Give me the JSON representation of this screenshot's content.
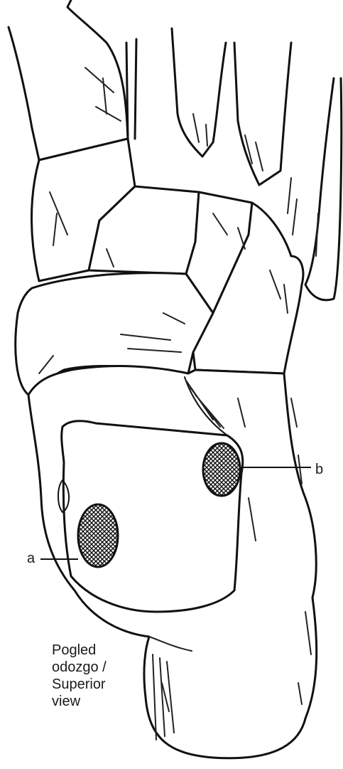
{
  "labels": {
    "a": "a",
    "b": "b"
  },
  "caption": "Pogled\nodozgo /\nSuperior\nview",
  "colors": {
    "line": "#111111",
    "background": "#ffffff"
  }
}
